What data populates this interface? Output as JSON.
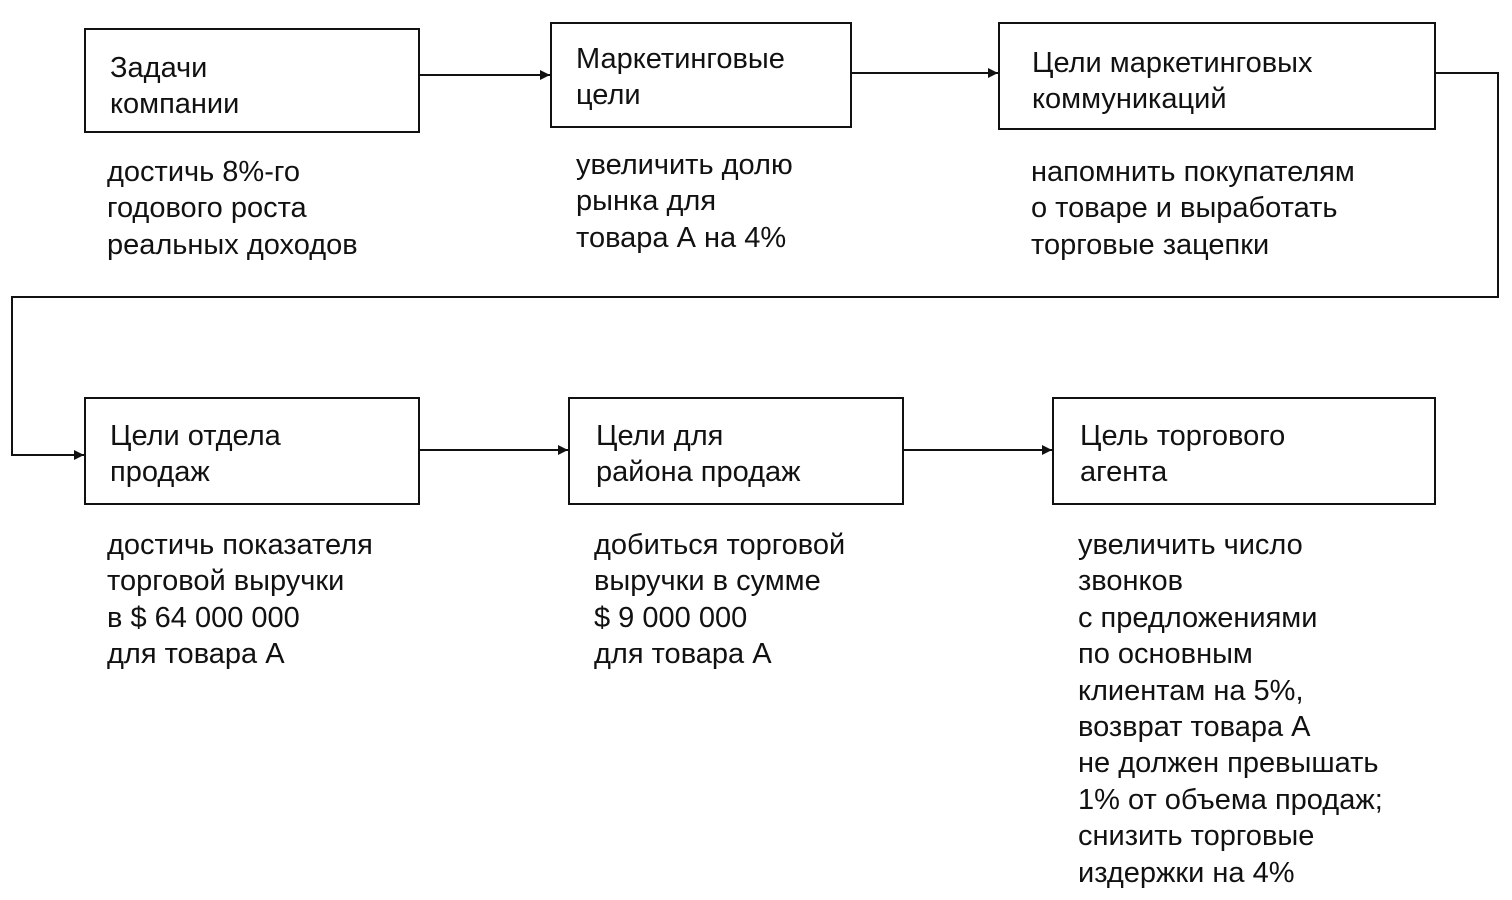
{
  "steps": [
    {
      "title": "Задачи\nкомпании",
      "description": "достичь 8%-го\nгодового роста\nреальных доходов"
    },
    {
      "title": "Маркетинговые\nцели",
      "description": "увеличить долю\nрынка для\nтовара А на 4%"
    },
    {
      "title": "Цели маркетинговых\nкоммуникаций",
      "description": "напомнить покупателям\nо товаре и выработать\nторговые зацепки"
    },
    {
      "title": "Цели отдела\nпродаж",
      "description": "достичь показателя\nторговой выручки\nв $ 64 000 000\nдля товара А"
    },
    {
      "title": "Цели для\nрайона продаж",
      "description": "добиться торговой\nвыручки в сумме\n$ 9 000 000\nдля товара А"
    },
    {
      "title": "Цель торгового\nагента",
      "description": "увеличить число\nзвонков\nс предложениями\nпо основным\nклиентам на 5%,\nвозврат товара А\nне должен превышать\n1% от объема продаж;\nснизить торговые\nиздержки на 4%"
    }
  ]
}
